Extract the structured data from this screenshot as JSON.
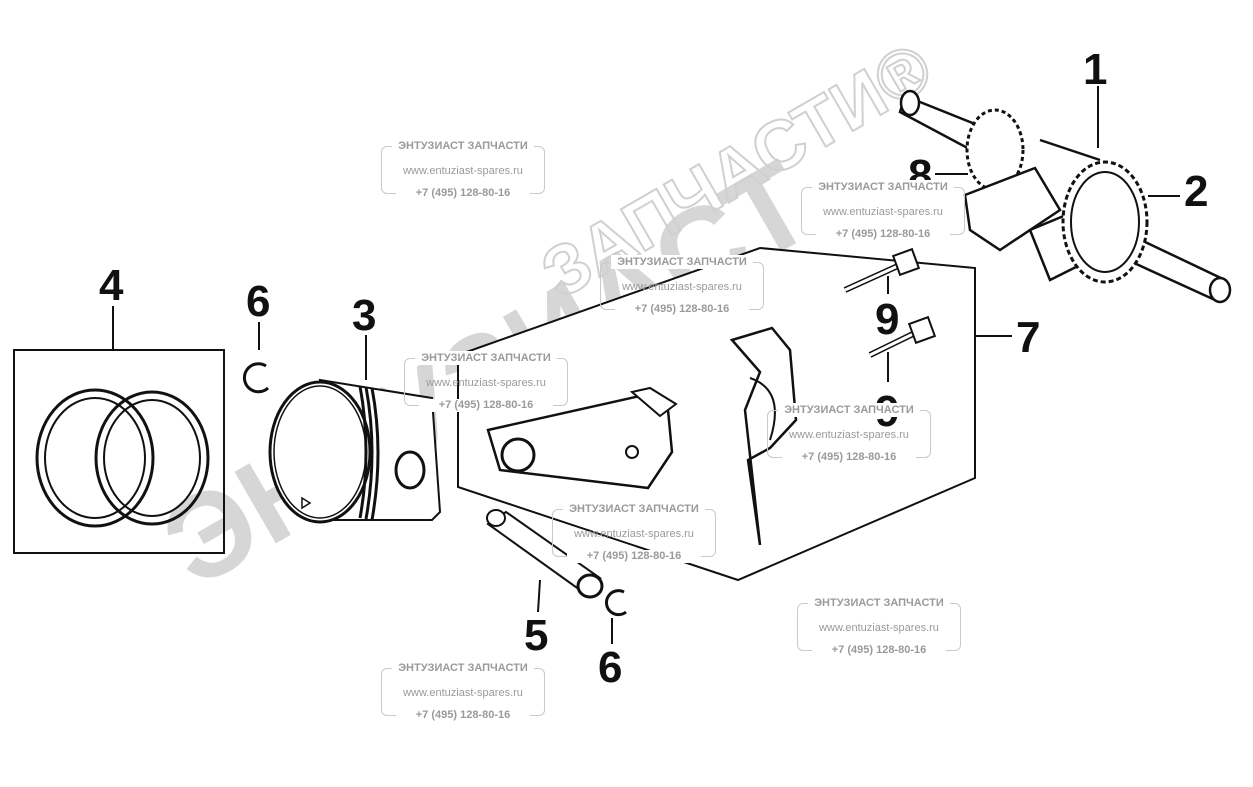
{
  "diagram": {
    "callouts": {
      "c1": "1",
      "c2": "2",
      "c3": "3",
      "c4": "4",
      "c5": "5",
      "c6a": "6",
      "c6b": "6",
      "c7": "7",
      "c8": "8",
      "c9a": "9",
      "c9b": "9"
    },
    "big_watermark": {
      "line1": "ЭНТУЗИАСТ",
      "line2": "ЗАПЧАСТИ®",
      "color": "#d9d9d9"
    },
    "stamps": [
      {
        "title": "ЭНТУЗИАСТ ЗАПЧАСТИ",
        "site": "www.entuziast-spares.ru",
        "phone": "+7 (495) 128-80-16"
      },
      {
        "title": "ЭНТУЗИАСТ ЗАПЧАСТИ",
        "site": "www.entuziast-spares.ru",
        "phone": "+7 (495) 128-80-16"
      },
      {
        "title": "ЭНТУЗИАСТ ЗАПЧАСТИ",
        "site": "www.entuziast-spares.ru",
        "phone": "+7 (495) 128-80-16"
      },
      {
        "title": "ЭНТУЗИАСТ ЗАПЧАСТИ",
        "site": "www.entuziast-spares.ru",
        "phone": "+7 (495) 128-80-16"
      },
      {
        "title": "ЭНТУЗИАСТ ЗАПЧАСТИ",
        "site": "www.entuziast-spares.ru",
        "phone": "+7 (495) 128-80-16"
      },
      {
        "title": "ЭНТУЗИАСТ ЗАПЧАСТИ",
        "site": "www.entuziast-spares.ru",
        "phone": "+7 (495) 128-80-16"
      },
      {
        "title": "ЭНТУЗИАСТ ЗАПЧАСТИ",
        "site": "www.entuziast-spares.ru",
        "phone": "+7 (495) 128-80-16"
      },
      {
        "title": "ЭНТУЗИАСТ ЗАПЧАСТИ",
        "site": "www.entuziast-spares.ru",
        "phone": "+7 (495) 128-80-16"
      }
    ],
    "line_color": "#111111"
  }
}
